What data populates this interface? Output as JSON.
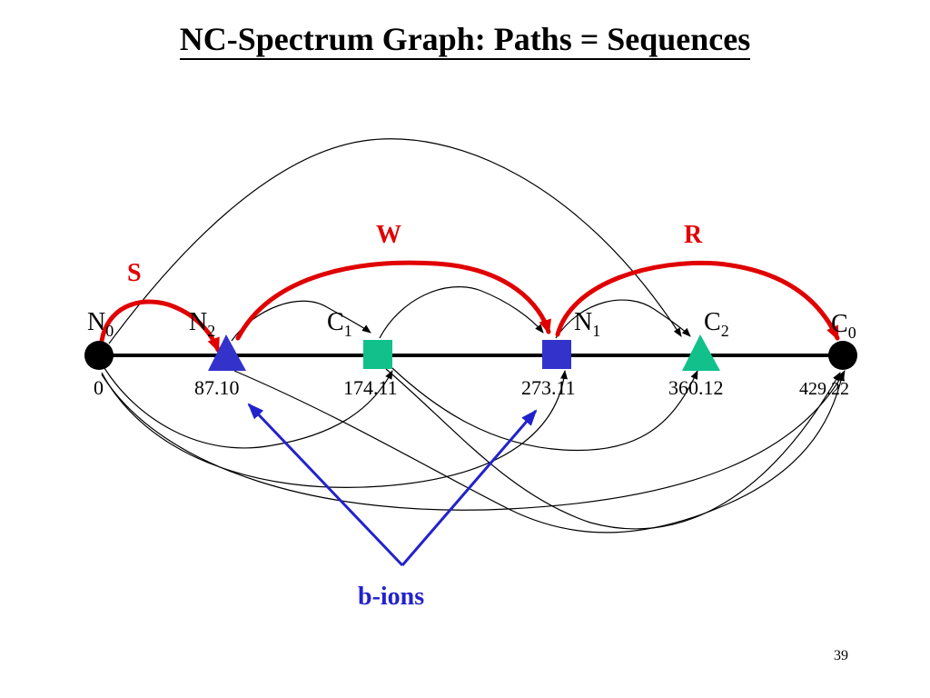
{
  "title": "NC-Spectrum Graph: Paths = Sequences",
  "nodes": [
    {
      "id": "N0",
      "label": "N",
      "sub": "0",
      "mass": "0"
    },
    {
      "id": "N2",
      "label": "N",
      "sub": "2",
      "mass": "87.10"
    },
    {
      "id": "C1",
      "label": "C",
      "sub": "1",
      "mass": "174.11"
    },
    {
      "id": "N1",
      "label": "N",
      "sub": "1",
      "mass": "273.11"
    },
    {
      "id": "C2",
      "label": "C",
      "sub": "2",
      "mass": "360.12"
    },
    {
      "id": "C0",
      "label": "C",
      "sub": "0",
      "mass": "429.22"
    }
  ],
  "amino_acids": {
    "s": "S",
    "w": "W",
    "r": "R"
  },
  "annotation": "b-ions",
  "page_number": "39",
  "colors": {
    "red_path": "#e00000",
    "blue_arrow": "#2222cc",
    "blue_node": "#3333cc",
    "green_node": "#11c08a",
    "black": "#000000"
  }
}
